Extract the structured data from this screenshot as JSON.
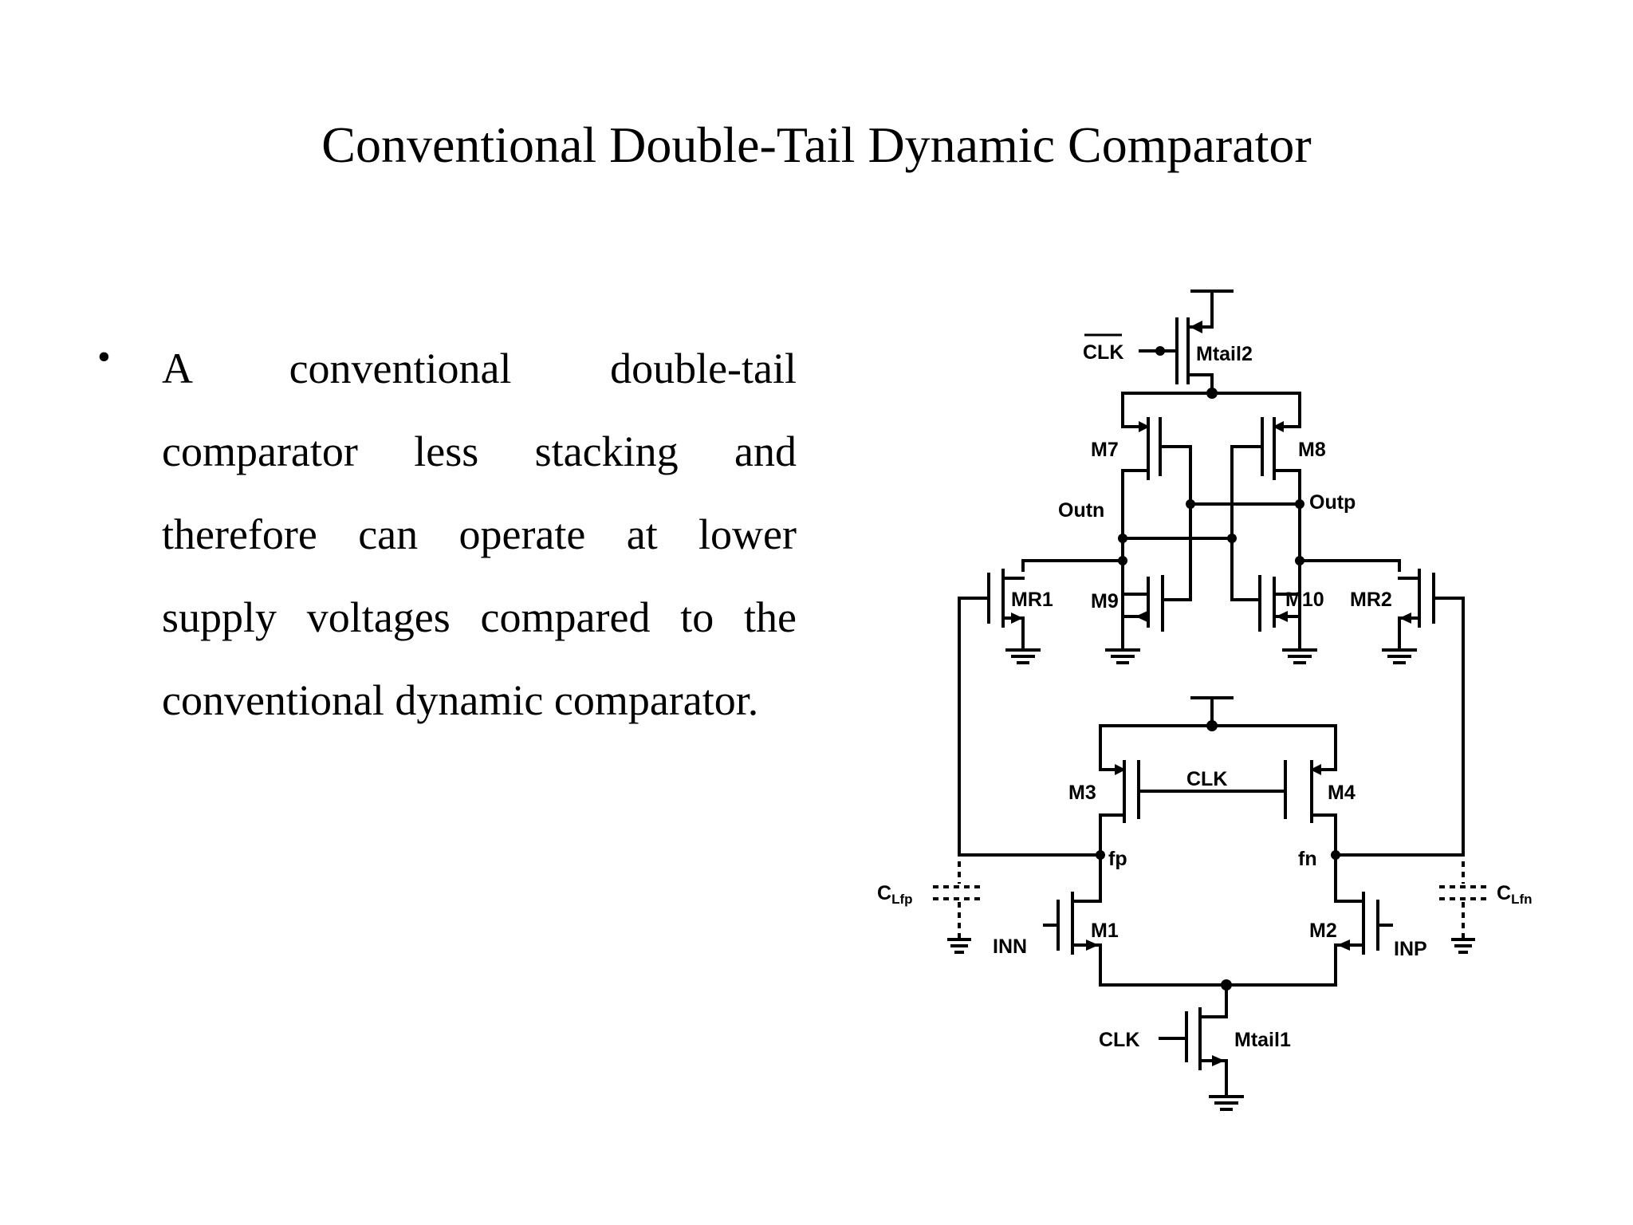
{
  "slide": {
    "title": "Conventional Double-Tail Dynamic Comparator",
    "bullet_symbol": "•",
    "bullet_text": "A conventional double-tail comparator less stacking and therefore can operate at lower supply voltages compared to the conventional dynamic comparator."
  },
  "schematic": {
    "labels": {
      "clk_bar": "CLK",
      "mtail2": "Mtail2",
      "m7": "M7",
      "m8": "M8",
      "outn": "Outn",
      "outp": "Outp",
      "mr1": "MR1",
      "m9": "M9",
      "m10": "M10",
      "mr2": "MR2",
      "m3": "M3",
      "clk_mid": "CLK",
      "m4": "M4",
      "fp": "fp",
      "fn": "fn",
      "clfp_main": "C",
      "clfp_sub": "Lfp",
      "clfn_main": "C",
      "clfn_sub": "Lfn",
      "inn": "INN",
      "m1": "M1",
      "m2": "M2",
      "inp": "INP",
      "clk_bottom": "CLK",
      "mtail1": "Mtail1"
    }
  }
}
